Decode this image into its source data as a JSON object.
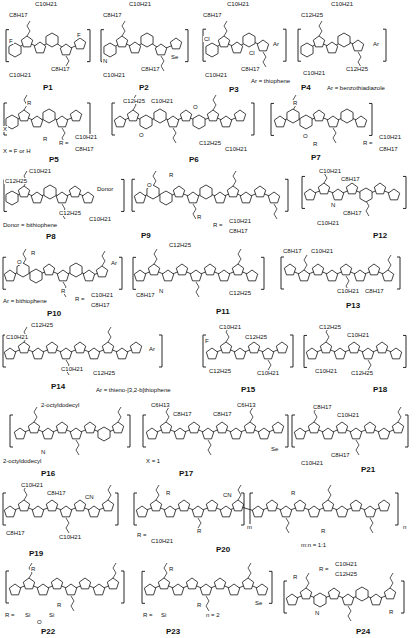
{
  "diagram": {
    "labels": [
      "C10H21",
      "C8H17",
      "F",
      "F",
      "C8H17",
      "C10H21",
      "P1",
      "C10H21",
      "C8H17",
      "N",
      "Se",
      "C8H17",
      "C10H21",
      "P2",
      "C10H21",
      "C8H17",
      "Cl",
      "Ar",
      "Cl",
      "C8H17",
      "C10H21",
      "Ar = thiophene",
      "P3",
      "C10H21",
      "C12H25",
      "Ar",
      "C12H25",
      "C10H21",
      "P4",
      "Ar = benzothiadiazole",
      "R",
      "X",
      "R",
      "R =",
      "C10H21",
      "C8H17",
      "X = F or H",
      "P5",
      "C12H25",
      "C10H21",
      "O",
      "O",
      "C12H25",
      "C10H21",
      "P6",
      "R",
      "O",
      "R",
      "R =",
      "C10H21",
      "C8H17",
      "P7",
      "C10H21",
      "C12H25",
      "Donor",
      "C12H25",
      "C10H21",
      "Donor = bithiophene",
      "P8",
      "R",
      "O",
      "R",
      "R =",
      "C10H21",
      "C8H17",
      "P9",
      "C10H21",
      "C8H17",
      "N",
      "C8H17",
      "C10H21",
      "P12",
      "R",
      "O",
      "Ar",
      "R",
      "Ar = bithiophene",
      "R =",
      "C10H21",
      "C8H17",
      "P10",
      "C12H25",
      "C8H17",
      "N",
      "C12H25",
      "P11",
      "C8H17",
      "C10H21",
      "C10H21",
      "C8H17",
      "P13",
      "C12H25",
      "C10H21",
      "Ar",
      "C10H21",
      "C12H25",
      "P14",
      "Ar = thieno-[3,2-b]thiophene",
      "C10H21",
      "C12H25",
      "F",
      "C12H25",
      "C10H21",
      "P15",
      "C12H25",
      "C10H21",
      "C10H21",
      "C12H25",
      "P18",
      "2-octyldodecyl",
      "N",
      "2-octyldodecyl",
      "P16",
      "C6H13",
      "C8H17",
      "C8H17",
      "C6H13",
      "X = 1",
      "Se",
      "P17",
      "C8H17",
      "C10H21",
      "C8H17",
      "C10H21",
      "P21",
      "C10H21",
      "C8H17",
      "CN",
      "C8H17",
      "C10H21",
      "P19",
      "R",
      "CN",
      "R",
      "R =",
      "C10H21",
      "R",
      "P20",
      "m",
      "R",
      "m:n = 1:1",
      "n",
      "R",
      "R",
      "R =",
      "Si",
      "O",
      "Si",
      "P22",
      "R",
      "R",
      "R =",
      "Si",
      "n = 2",
      "P23",
      "Se",
      "R",
      "R =",
      "C10H21",
      "C12H25",
      "N",
      "R",
      "P24"
    ]
  }
}
